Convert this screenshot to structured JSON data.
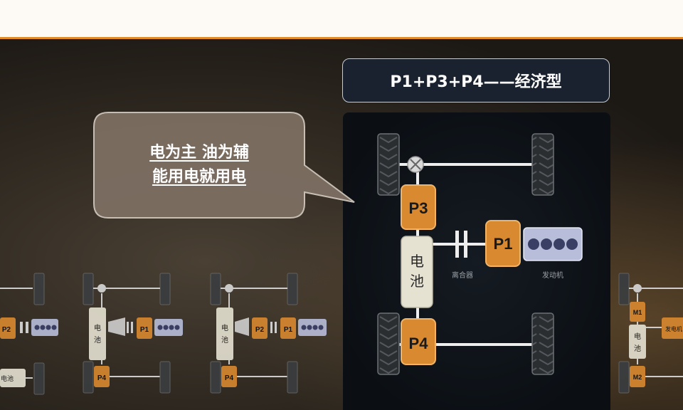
{
  "title": "P1+P3+P4——经济型",
  "bubble": {
    "line1": "电为主 油为辅",
    "line2": "能用电就用电"
  },
  "main_diagram": {
    "p3": "P3",
    "p1": "P1",
    "p4": "P4",
    "battery_line1": "电",
    "battery_line2": "池",
    "clutch_label": "离合器",
    "engine_label": "发动机"
  },
  "mini_diagrams": {
    "a_p2": "P2",
    "a_battery": "电池",
    "b_battery_1": "电",
    "b_battery_2": "池",
    "b_p1": "P1",
    "b_p4": "P4",
    "c_battery_1": "电",
    "c_battery_2": "池",
    "c_p2": "P2",
    "c_p1": "P1",
    "c_p4": "P4",
    "d_m1": "M1",
    "d_m2": "M2",
    "d_battery_1": "电",
    "d_battery_2": "池",
    "d_gen": "发电机"
  },
  "colors": {
    "motor": "#d9892f",
    "battery": "#e6e2d2",
    "title_bg": "#1a2230",
    "accent": "#e08a2a"
  }
}
